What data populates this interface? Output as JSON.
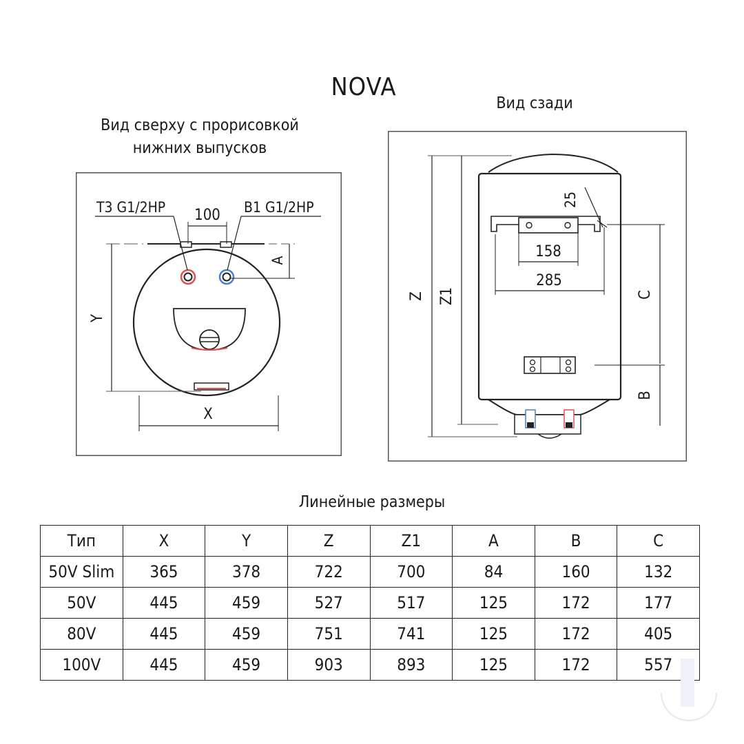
{
  "title": "NOVA",
  "top_view": {
    "caption_line1": "Вид сверху с прорисовкой",
    "caption_line2": "нижних выпусков",
    "label_hot": "Т3 G1/2НР",
    "label_cold": "В1 G1/2НР",
    "dim_spacing": "100",
    "dim_a": "A",
    "dim_y": "Y",
    "dim_x": "X"
  },
  "rear_view": {
    "caption": "Вид сзади",
    "dim_25": "25",
    "dim_158": "158",
    "dim_285": "285",
    "dim_z": "Z",
    "dim_z1": "Z1",
    "dim_c": "C",
    "dim_b": "B"
  },
  "table": {
    "caption": "Линейные размеры",
    "headers": [
      "Тип",
      "X",
      "Y",
      "Z",
      "Z1",
      "A",
      "B",
      "C"
    ],
    "rows": [
      [
        "50V Slim",
        "365",
        "378",
        "722",
        "700",
        "84",
        "160",
        "132"
      ],
      [
        "50V",
        "445",
        "459",
        "527",
        "517",
        "125",
        "172",
        "177"
      ],
      [
        "80V",
        "445",
        "459",
        "751",
        "741",
        "125",
        "172",
        "405"
      ],
      [
        "100V",
        "445",
        "459",
        "903",
        "893",
        "125",
        "172",
        "557"
      ]
    ]
  },
  "colors": {
    "hot_outlet": "#e05050",
    "cold_outlet": "#4a7fc8",
    "line": "#1a1a1a"
  }
}
